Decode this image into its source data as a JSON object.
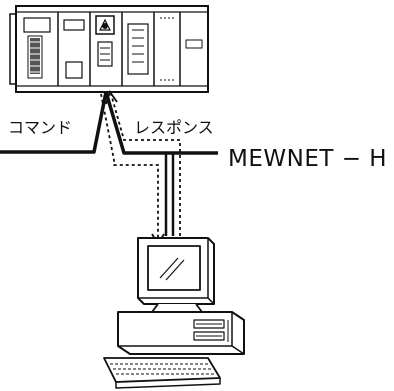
{
  "labels": {
    "command": "コマンド",
    "response": "レスポンス",
    "network": "MEWNET − H"
  },
  "colors": {
    "ink": "#111111",
    "background": "#ffffff"
  },
  "icons": {
    "plc": "plc-unit-icon",
    "computer": "desktop-computer-icon"
  }
}
